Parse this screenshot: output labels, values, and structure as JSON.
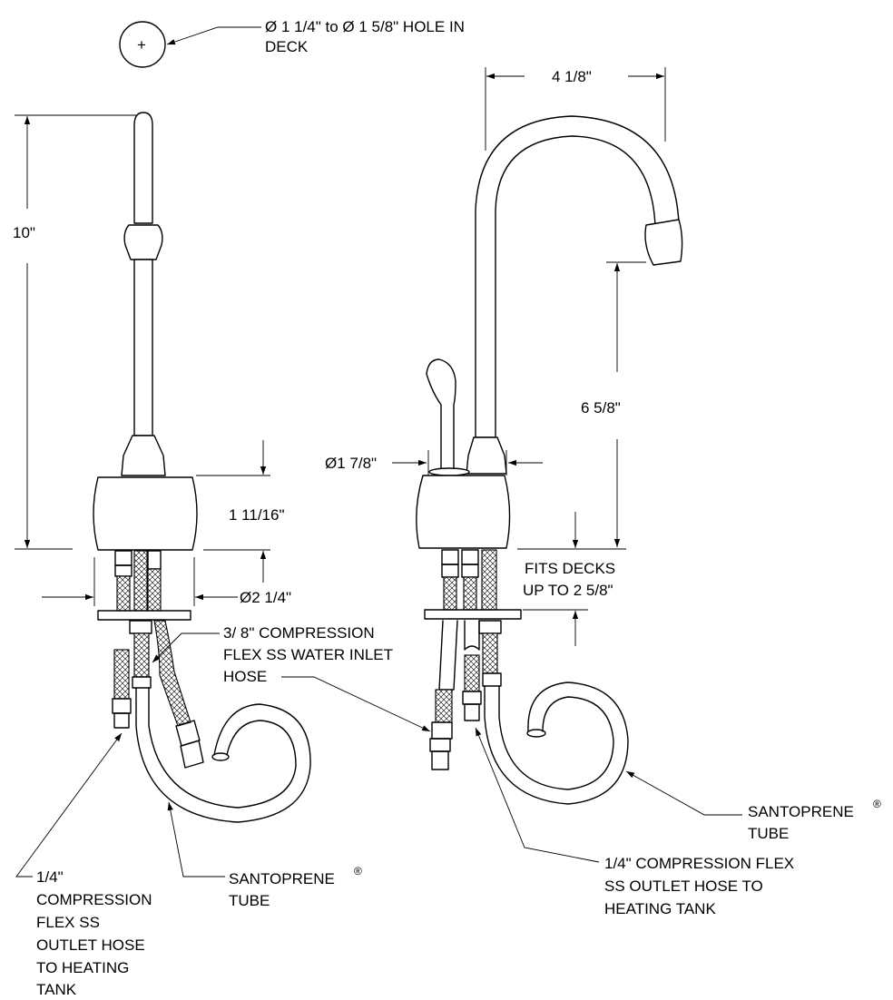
{
  "hole": {
    "symbol": "+",
    "line1": "Ø 1 1/4\" to Ø 1 5/8\" HOLE IN",
    "line2": "DECK"
  },
  "left_view": {
    "dim_height": "10\"",
    "dim_base_height": "1 11/16\"",
    "dim_base_diameter": "Ø2 1/4\"",
    "inlet_label": [
      "3/ 8\" COMPRESSION",
      "FLEX  SS WATER INLET",
      "HOSE"
    ],
    "outlet_label": [
      "1/4\"",
      "COMPRESSION",
      "FLEX SS",
      "OUTLET HOSE",
      "TO HEATING",
      "TANK"
    ],
    "tube_label": [
      "SANTOPRENE",
      "TUBE"
    ],
    "tube_mark": "®"
  },
  "right_view": {
    "dim_reach": "4 1/8\"",
    "dim_spout_height": "6 5/8\"",
    "dim_base_diameter": "Ø1 7/8\"",
    "deck_label": [
      "FITS DECKS",
      "UP TO 2 5/8\""
    ],
    "tube_label": [
      "SANTOPRENE",
      "TUBE"
    ],
    "tube_mark": "®",
    "outlet_label": [
      "1/4\" COMPRESSION FLEX",
      "SS OUTLET HOSE TO",
      "HEATING TANK"
    ]
  }
}
